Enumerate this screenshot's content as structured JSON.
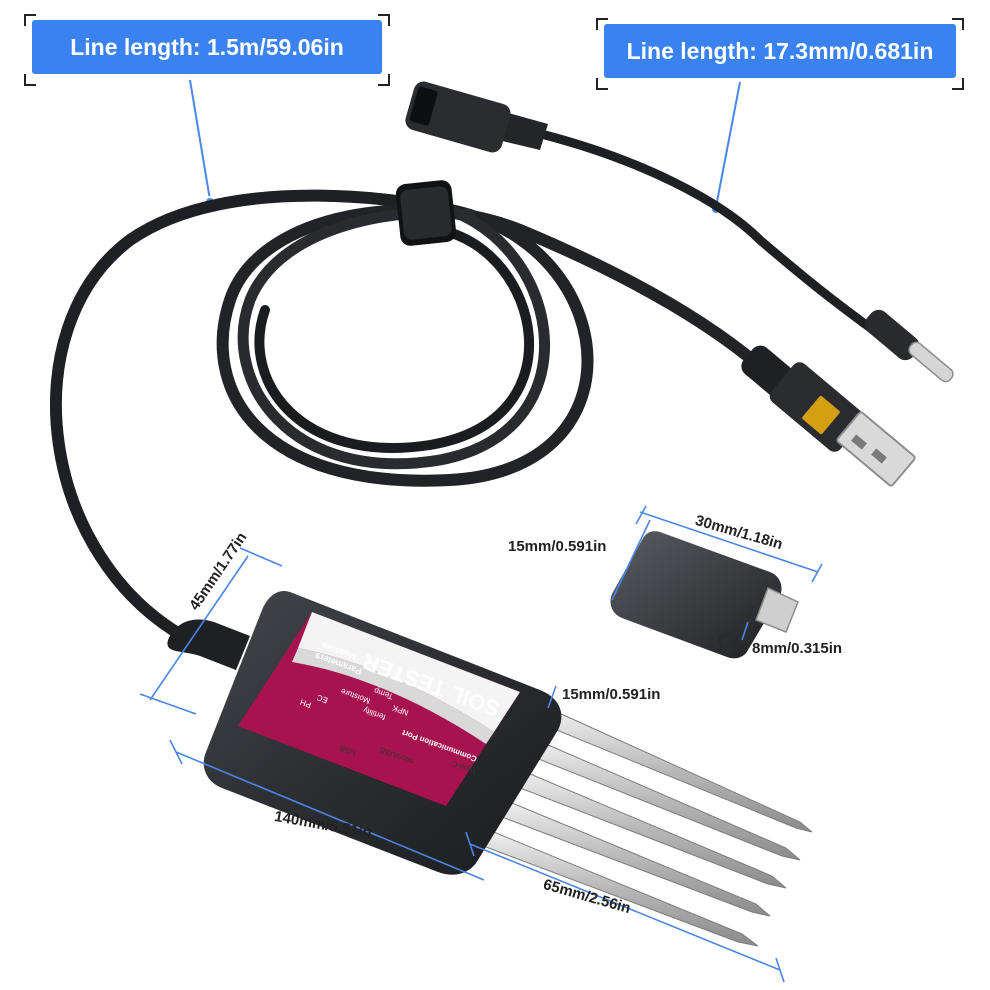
{
  "callouts": {
    "cable_length": "Line length: 1.5m/59.06in",
    "connector_length": "Line length: 17.3mm/0.681in"
  },
  "dimensions": {
    "probe_width": "45mm/1.77in",
    "body_length": "140mm/5.51in",
    "probe_length": "65mm/2.56in",
    "probe_gap": "15mm/0.591in",
    "adapter_width": "30mm/1.18in",
    "adapter_height": "15mm/0.591in",
    "adapter_thickness": "8mm/0.315in"
  },
  "label": {
    "title": "SOIL TESTER",
    "measure_heading": "Measure",
    "parameters_heading": "Parameters",
    "params": [
      "Temp",
      "Moisture",
      "NPK",
      "fertility",
      "EC",
      "PH"
    ],
    "comm_heading": "Communication Port",
    "ports": [
      "Type-C",
      "microUSB",
      "USB"
    ]
  },
  "colors": {
    "callout_blue": "#3a82f0",
    "dimension_blue": "#4a86e8",
    "label_magenta": "#a8134f",
    "device_body": "#2b2d31"
  }
}
